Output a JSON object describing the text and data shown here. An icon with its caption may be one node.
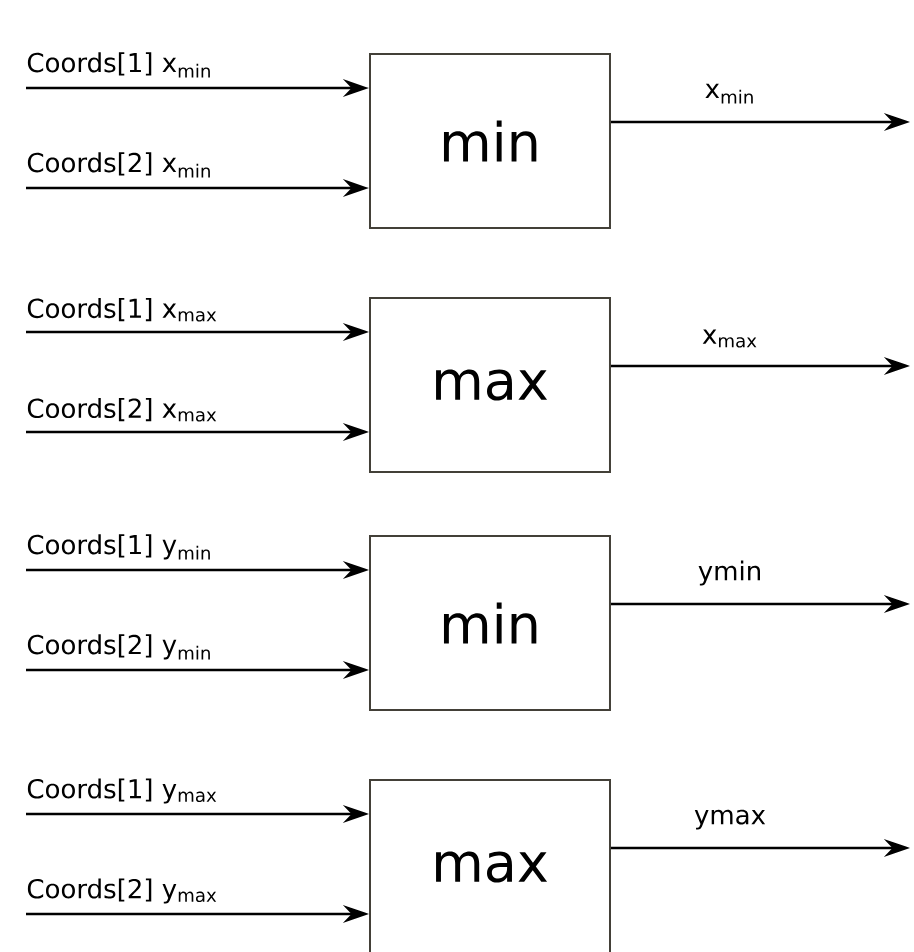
{
  "diagram": {
    "nodes": [
      {
        "text": [
          "min"
        ]
      },
      {
        "text": [
          "max"
        ]
      },
      {
        "text": [
          "min"
        ]
      },
      {
        "text": [
          "max"
        ]
      }
    ],
    "edges": [
      {
        "from": null,
        "to": 0,
        "arrow": "to",
        "label": "Coords[1] x$_{min}$"
      },
      {
        "from": null,
        "to": 0,
        "arrow": "to",
        "label": "Coords[2] x$_{min}$"
      },
      {
        "from": 0,
        "to": null,
        "arrow": "to",
        "label": "x$_{min}$"
      },
      {
        "from": null,
        "to": 1,
        "arrow": "to",
        "label": "Coords[1] x$_{max}$"
      },
      {
        "from": null,
        "to": 1,
        "arrow": "to",
        "label": "Coords[2] x$_{max}$"
      },
      {
        "from": 1,
        "to": null,
        "arrow": "to",
        "label": "x$_{max}$"
      },
      {
        "from": null,
        "to": 2,
        "arrow": "to",
        "label": "Coords[1] y$_{min}$"
      },
      {
        "from": null,
        "to": 2,
        "arrow": "to",
        "label": "Coords[2] y$_{min}$"
      },
      {
        "from": 2,
        "to": null,
        "arrow": "to",
        "label": "ymin"
      },
      {
        "from": null,
        "to": 3,
        "arrow": "to",
        "label": "Coords[1] y$_{max}$"
      },
      {
        "from": null,
        "to": 3,
        "arrow": "to",
        "label": "Coords[2] y$_{max}$"
      },
      {
        "from": 3,
        "to": null,
        "arrow": "to",
        "label": "ymax"
      }
    ]
  }
}
